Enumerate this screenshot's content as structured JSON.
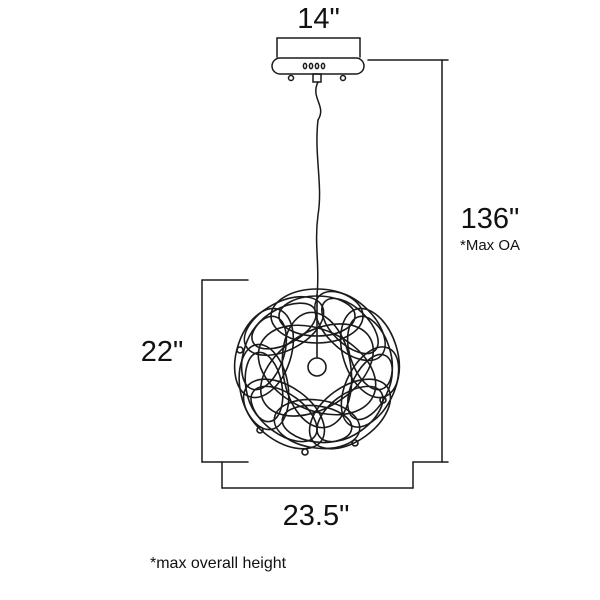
{
  "diagram": {
    "labels": {
      "canopy_width": "14\"",
      "max_height": "136\"",
      "max_oa": "*Max OA",
      "fixture_height": "22\"",
      "fixture_width": "23.5\"",
      "footnote": "*max overall height"
    },
    "colors": {
      "line": "#1a1a1a",
      "background": "#ffffff"
    }
  }
}
